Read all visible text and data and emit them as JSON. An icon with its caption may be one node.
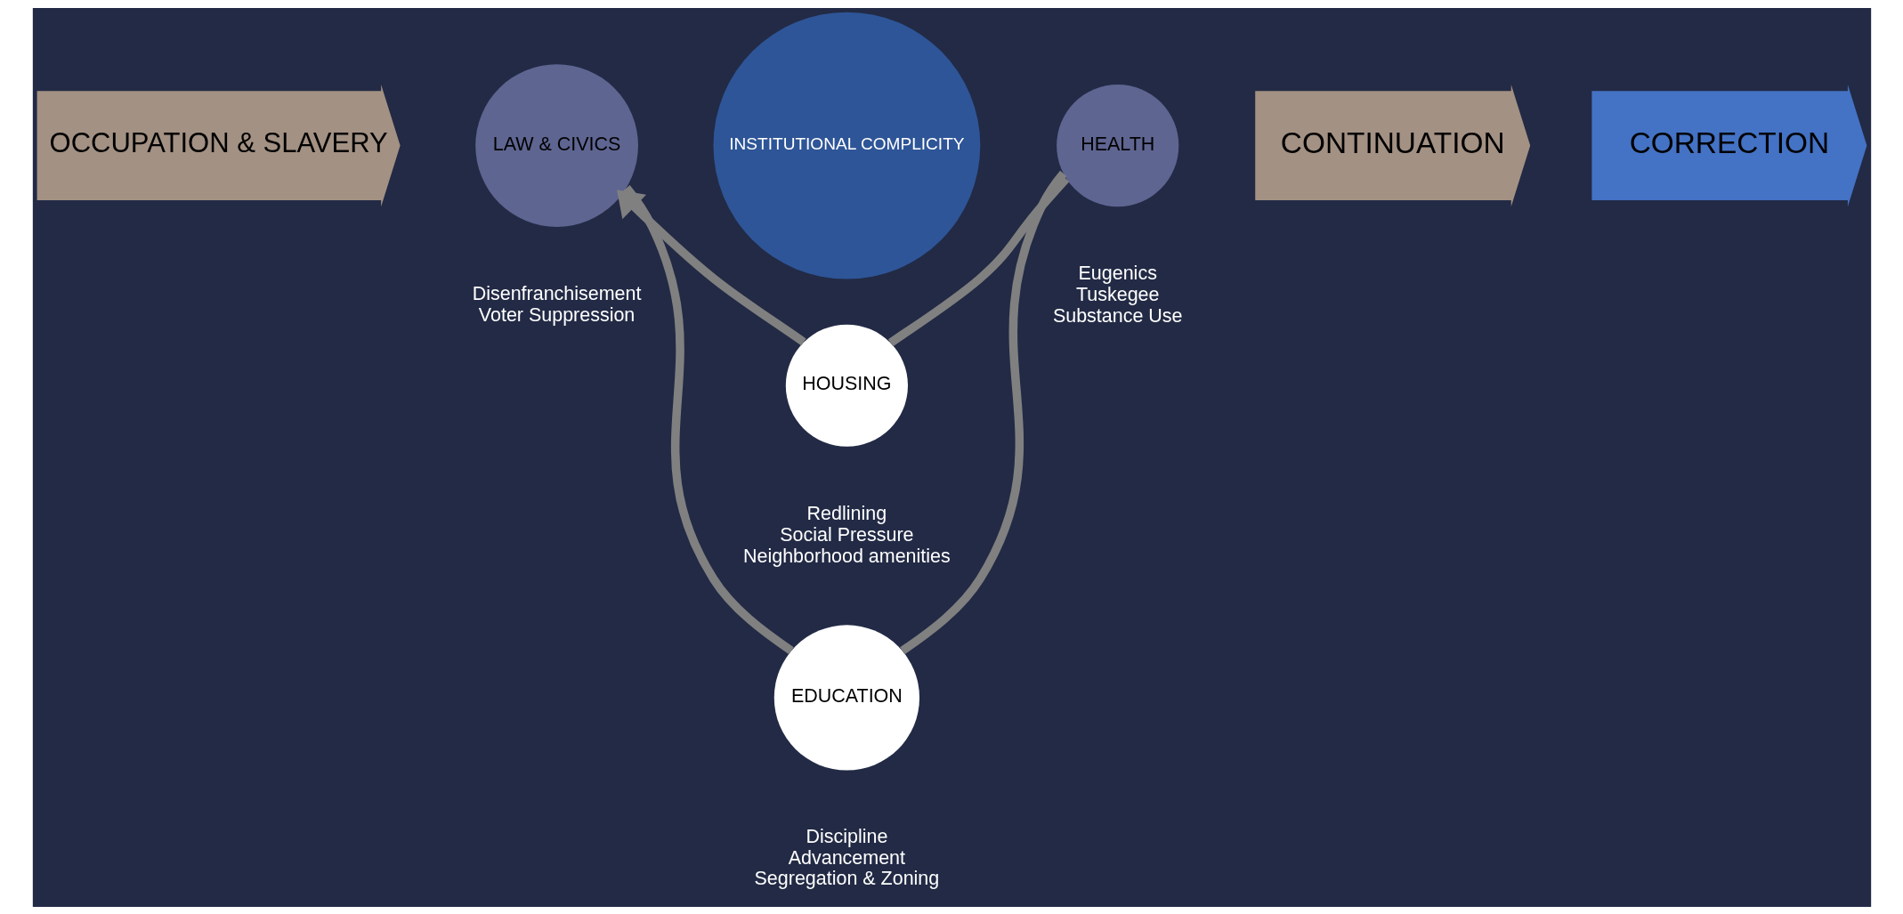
{
  "diagram": {
    "nodes": [
      {
        "text": [
          "OCCUPATION & SLAVERY"
        ]
      },
      {
        "text": [
          "LAW & CIVICS"
        ],
        "beside": [
          "Disenfranchisement",
          "Voter Suppression"
        ]
      },
      {
        "text": [
          "INSTITUTIONAL COMPLICITY"
        ]
      },
      {
        "text": [
          "HOUSING"
        ],
        "beside": [
          "Redlining",
          "Social Pressure",
          "Neighborhood amenities"
        ]
      },
      {
        "text": [
          "HEALTH"
        ],
        "beside": [
          "Eugenics",
          "Tuskegee",
          "Substance Use"
        ]
      },
      {
        "text": [
          "EDUCATION"
        ],
        "beside": [
          "Discipline",
          "Advancement",
          "Segregation & Zoning"
        ]
      },
      {
        "text": [
          "CONTINUATION"
        ]
      },
      {
        "text": [
          "CORRECTION"
        ]
      }
    ],
    "edges": [
      {
        "from": 1,
        "to": 5,
        "arrow": "none"
      },
      {
        "from": 5,
        "to": 4,
        "arrow": "none"
      },
      {
        "from": 4,
        "to": 3,
        "arrow": "none"
      },
      {
        "from": 3,
        "to": 1,
        "arrow": "to"
      }
    ]
  }
}
